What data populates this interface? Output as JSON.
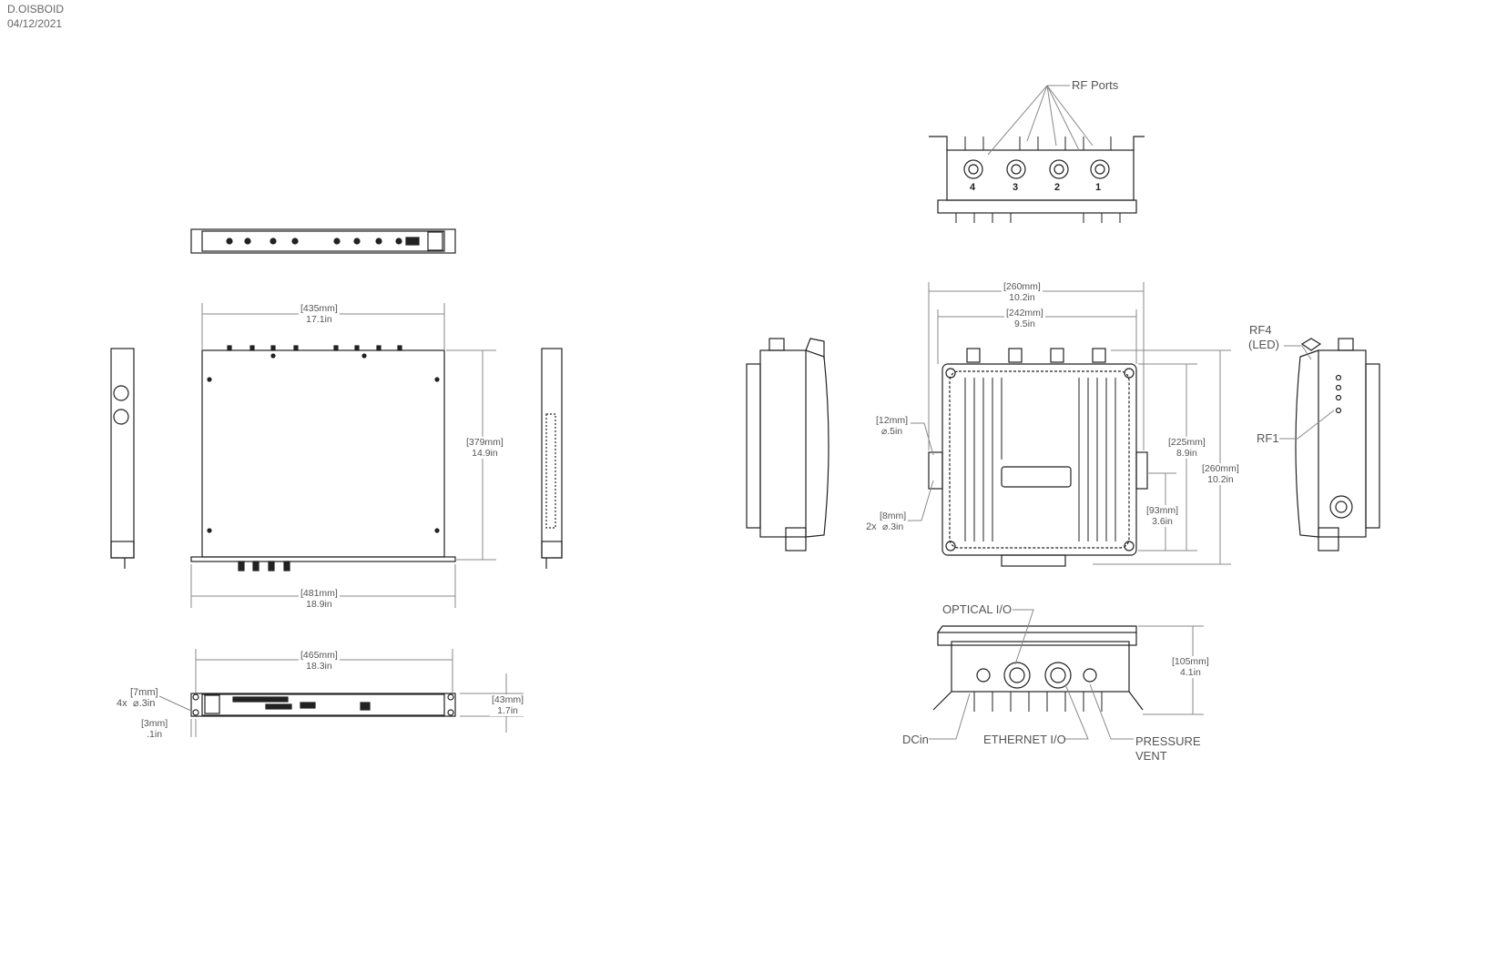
{
  "header": {
    "doc_id": "D.OISBOID",
    "date": "04/12/2021"
  },
  "rack_unit": {
    "width_top": {
      "mm": "[435mm]",
      "in": "17.1in"
    },
    "depth": {
      "mm": "[379mm]",
      "in": "14.9in"
    },
    "width_overall": {
      "mm": "[481mm]",
      "in": "18.9in"
    },
    "width_rear": {
      "mm": "[465mm]",
      "in": "18.3in"
    },
    "hole": {
      "mm": "[7mm]",
      "qty": "4x",
      "in": "⌀.3in"
    },
    "edge": {
      "mm": "[3mm]",
      "in": ".1in"
    },
    "height": {
      "mm": "[43mm]",
      "in": "1.7in"
    }
  },
  "enclosure": {
    "rf_ports": "RF Ports",
    "width_outer": {
      "mm": "[260mm]",
      "in": "10.2in"
    },
    "width_inner": {
      "mm": "[242mm]",
      "in": "9.5in"
    },
    "mount_hole": {
      "mm": "[12mm]",
      "in": "⌀.5in"
    },
    "small_hole": {
      "mm": "[8mm]",
      "qty": "2x",
      "in": "⌀.3in"
    },
    "height_inner": {
      "mm": "[225mm]",
      "in": "8.9in"
    },
    "height_outer": {
      "mm": "[260mm]",
      "in": "10.2in"
    },
    "mount_offset": {
      "mm": "[93mm]",
      "in": "3.6in"
    },
    "rf4": "RF4",
    "rf4_led": "(LED)",
    "rf1": "RF1",
    "optical": "OPTICAL I/O",
    "dcin": "DCin",
    "ethernet": "ETHERNET I/O",
    "pressure": "PRESSURE",
    "vent": "VENT",
    "depth": {
      "mm": "[105mm]",
      "in": "4.1in"
    },
    "port_numbers": [
      "4",
      "3",
      "2",
      "1"
    ]
  }
}
